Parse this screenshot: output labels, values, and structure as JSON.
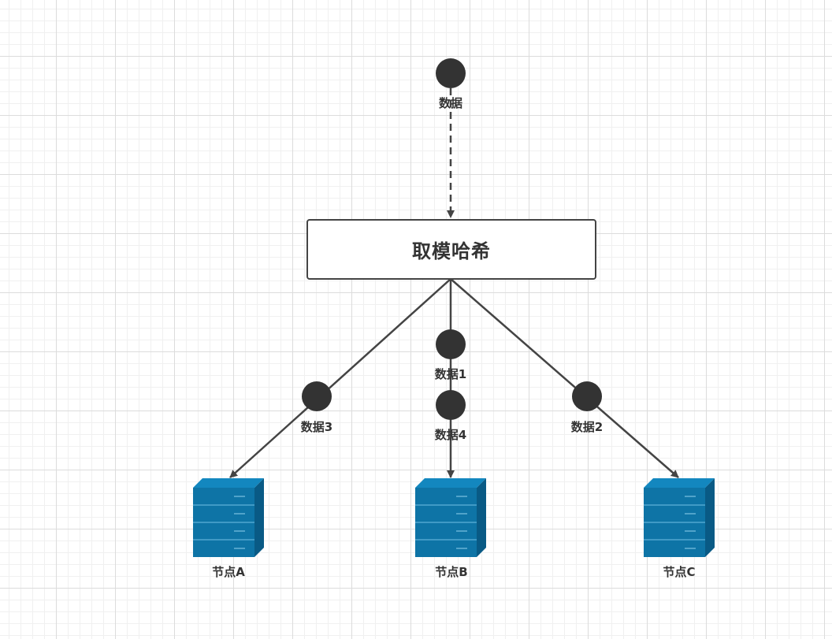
{
  "colors": {
    "line": "#444444",
    "dot": "#333333",
    "server_front": "#0e74a6",
    "server_side": "#095a85",
    "server_top": "#1387bf"
  },
  "source": {
    "label": "数据"
  },
  "hash_box": {
    "title": "取模哈希"
  },
  "data_items": [
    {
      "label": "数据1",
      "target": "节点B"
    },
    {
      "label": "数据4",
      "target": "节点B"
    },
    {
      "label": "数据3",
      "target": "节点A"
    },
    {
      "label": "数据2",
      "target": "节点C"
    }
  ],
  "nodes": [
    {
      "label": "节点A",
      "icon": "server-icon"
    },
    {
      "label": "节点B",
      "icon": "server-icon"
    },
    {
      "label": "节点C",
      "icon": "server-icon"
    }
  ]
}
